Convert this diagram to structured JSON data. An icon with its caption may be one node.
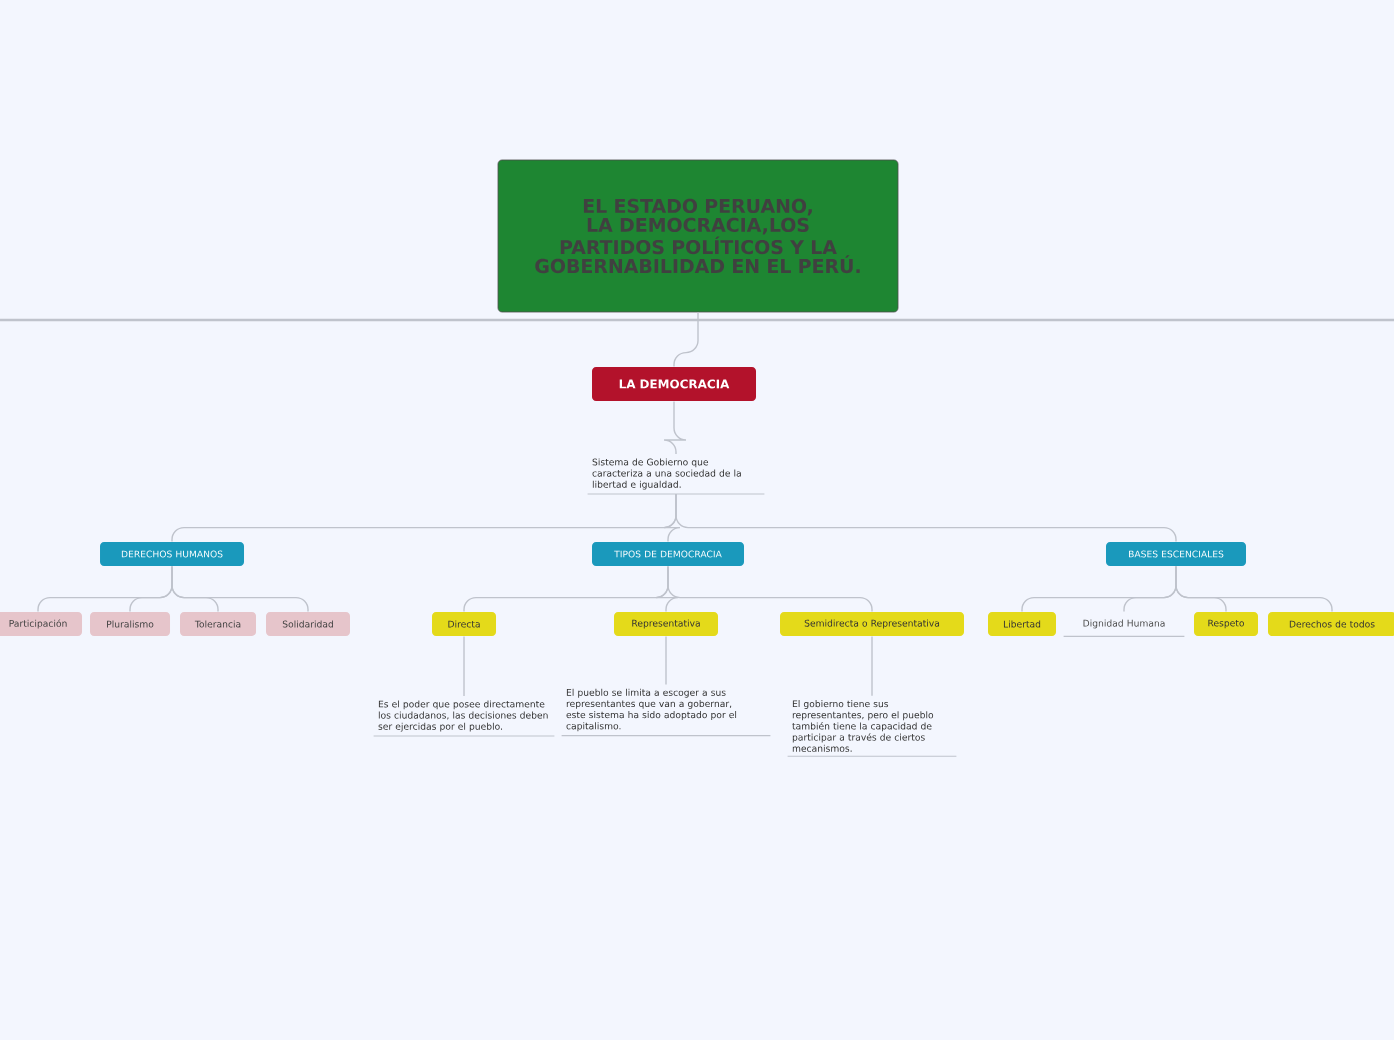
{
  "diagram": {
    "nodes": [
      {
        "text": [
          "EL ESTADO PERUANO, LA DEMOCRACIA,LOS PARTIDOS POLÍTICOS Y LA GOBERNABILIDAD EN EL PERÚ."
        ]
      },
      {
        "text": [
          "LA DEMOCRACIA"
        ]
      },
      {
        "text": [
          "Sistema de Gobierno que caracteriza a una sociedad de la libertad e igualdad."
        ]
      },
      {
        "text": [
          "DERECHOS HUMANOS"
        ]
      },
      {
        "text": [
          "TIPOS DE DEMOCRACIA"
        ]
      },
      {
        "text": [
          "BASES ESCENCIALES"
        ]
      },
      {
        "text": [
          "Participación"
        ]
      },
      {
        "text": [
          "Pluralismo"
        ]
      },
      {
        "text": [
          "Tolerancia"
        ]
      },
      {
        "text": [
          "Solidaridad"
        ]
      },
      {
        "text": [
          "Directa"
        ]
      },
      {
        "text": [
          "Representativa"
        ]
      },
      {
        "text": [
          "Semidirecta o Representativa"
        ]
      },
      {
        "text": [
          "Es el poder que posee directamente los ciudadanos, las decisiones deben ser ejercidas por el pueblo."
        ]
      },
      {
        "text": [
          "El pueblo se limita a escoger a sus representantes que van a gobernar, este sistema ha sido adoptado por el capitalismo."
        ]
      },
      {
        "text": [
          "El gobierno tiene sus representantes, pero el pueblo también tiene la capacidad de participar a través de ciertos mecanismos."
        ]
      },
      {
        "text": [
          "Libertad"
        ]
      },
      {
        "text": [
          "Dignidad Humana"
        ]
      },
      {
        "text": [
          "Respeto"
        ]
      },
      {
        "text": [
          "Derechos de todos"
        ]
      }
    ],
    "edges": [
      {
        "from": 0,
        "to": 1,
        "arrow": "none"
      },
      {
        "from": 1,
        "to": 2,
        "arrow": "none"
      },
      {
        "from": 2,
        "to": 3,
        "arrow": "none"
      },
      {
        "from": 2,
        "to": 4,
        "arrow": "none"
      },
      {
        "from": 2,
        "to": 5,
        "arrow": "none"
      },
      {
        "from": 3,
        "to": 6,
        "arrow": "none"
      },
      {
        "from": 3,
        "to": 7,
        "arrow": "none"
      },
      {
        "from": 3,
        "to": 8,
        "arrow": "none"
      },
      {
        "from": 3,
        "to": 9,
        "arrow": "none"
      },
      {
        "from": 4,
        "to": 10,
        "arrow": "none"
      },
      {
        "from": 4,
        "to": 11,
        "arrow": "none"
      },
      {
        "from": 4,
        "to": 12,
        "arrow": "none"
      },
      {
        "from": 10,
        "to": 13,
        "arrow": "none"
      },
      {
        "from": 11,
        "to": 14,
        "arrow": "none"
      },
      {
        "from": 12,
        "to": 15,
        "arrow": "none"
      },
      {
        "from": 5,
        "to": 16,
        "arrow": "none"
      },
      {
        "from": 5,
        "to": 17,
        "arrow": "none"
      },
      {
        "from": 5,
        "to": 18,
        "arrow": "none"
      },
      {
        "from": 5,
        "to": 19,
        "arrow": "none"
      }
    ]
  }
}
